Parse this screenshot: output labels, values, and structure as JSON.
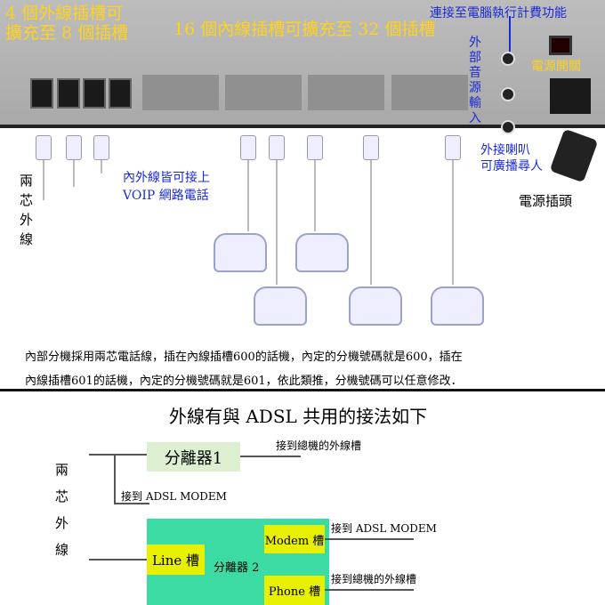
{
  "top": {
    "outer_slots_label": [
      "4 個外線插槽可",
      "擴充至 8 個插槽"
    ],
    "inner_slots_label": "16 個內線插槽可擴充至 32 個插槽",
    "billing_label": "連接至電腦執行計費功能",
    "audio_input_label": [
      "外",
      "部",
      "音",
      "源",
      "輸",
      "入"
    ],
    "power_switch_label": "電源開關"
  },
  "middle": {
    "two_wire_outer": [
      "兩",
      "芯",
      "外",
      "線"
    ],
    "voip_label": [
      "內外線皆可接上",
      "VOIP 網路電話"
    ],
    "speaker_label": [
      "外接喇叭",
      "可廣播尋人"
    ],
    "power_plug_label": "電源插頭",
    "description": [
      "內部分機採用兩芯電話線，插在內線插槽600的話機，內定的分機號碼就是600，插在",
      "內線插槽601的話機，內定的分機號碼就是601，依此類推，分機號碼可以任意修改．"
    ]
  },
  "bottom": {
    "title": "外線有與 ADSL 共用的接法如下",
    "two_wire_outer": [
      "兩",
      "芯",
      "外",
      "線"
    ],
    "splitter1": "分離器1",
    "to_host_1": "接到總機的外線槽",
    "to_adsl_1": "接到 ADSL MODEM",
    "splitter2": "分離器 2",
    "line_slot": "Line 槽",
    "modem_slot": "Modem 槽",
    "phone_slot": "Phone 槽",
    "to_adsl_2": "接到 ADSL MODEM",
    "to_host_2": "接到總機的外線槽"
  }
}
